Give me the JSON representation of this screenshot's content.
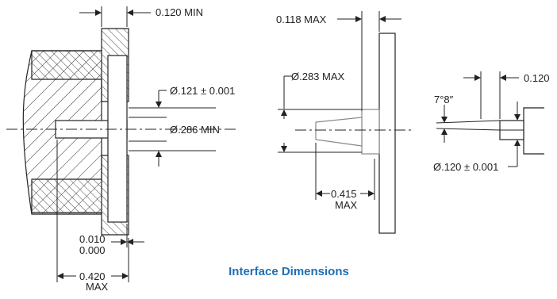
{
  "caption": "Interface Dimensions",
  "colors": {
    "caption": "#1f6fb5",
    "line": "#222222",
    "hatch": "#333333"
  },
  "left_view": {
    "min_thickness": "0.120 MIN",
    "bore_dia": "Ø.121 ± 0.001",
    "face_dia": "Ø.286 MIN",
    "recess_top": "0.010",
    "recess_bottom": "0.000",
    "depth_value": "0.420",
    "depth_note": "MAX"
  },
  "middle_view": {
    "flange_thickness": "0.118 MAX",
    "body_dia": "Ø.283 MAX",
    "length_value": "0.415",
    "length_note": "MAX"
  },
  "right_view": {
    "thickness": "0.120",
    "angle": "7°8″",
    "shaft_dia": "Ø.120 ± 0.001"
  }
}
